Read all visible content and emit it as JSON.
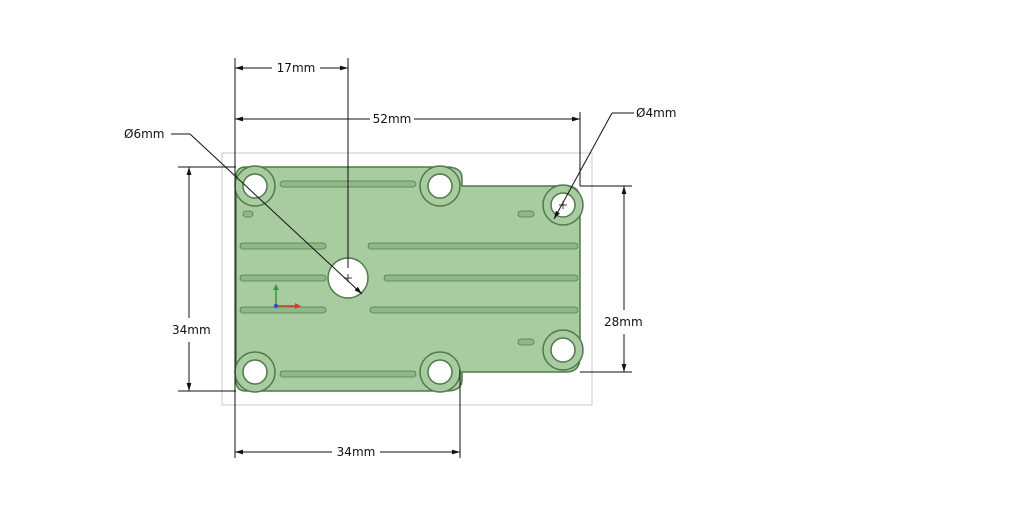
{
  "colors": {
    "part_fill": "#a8cca0",
    "part_stroke": "#4f7a4a",
    "slot_fill": "#8db987",
    "hole_fill": "#ffffff",
    "dimension_line": "#111111",
    "bounding_box": "#c8c8c8",
    "axis_x": "#d33a2c",
    "axis_y": "#3a9a3a",
    "axis_z": "#2c4fc8"
  },
  "dimensions": {
    "width_top": "17mm",
    "width_overall": "52mm",
    "diameter_center_hole": "Ø6mm",
    "diameter_corner_hole": "Ø4mm",
    "height_left": "34mm",
    "height_right": "28mm",
    "width_bottom": "34mm"
  },
  "icons": {
    "axis_triad": "xyz-axis-triad-icon"
  }
}
